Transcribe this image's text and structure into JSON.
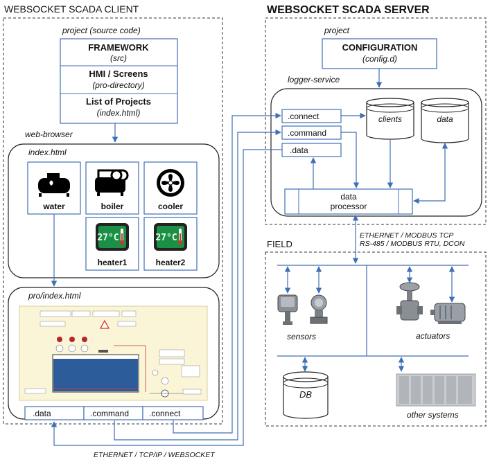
{
  "client": {
    "title": "WEBSOCKET SCADA CLIENT",
    "project_label": "project (source code)",
    "framework": {
      "name": "FRAMEWORK",
      "sub": "(src)"
    },
    "hmi": {
      "name": "HMI / Screens",
      "sub": "(pro-directory)"
    },
    "projects": {
      "name": "List of Projects",
      "sub": "(index.html)"
    },
    "browser_label": "web-browser",
    "index_label": "index.html",
    "tiles": [
      {
        "label": "water",
        "icon": "water-tank-icon"
      },
      {
        "label": "boiler",
        "icon": "boiler-icon"
      },
      {
        "label": "cooler",
        "icon": "fan-icon"
      },
      {
        "label": "heater1",
        "icon": "thermometer-display-icon",
        "display": "27°C"
      },
      {
        "label": "heater2",
        "icon": "thermometer-display-icon",
        "display": "27°C"
      }
    ],
    "pro_label": "pro/index.html",
    "channels": [
      ".data",
      ".command",
      ".connect"
    ]
  },
  "server": {
    "title": "WEBSOCKET SCADA SERVER",
    "project_label": "project",
    "config": {
      "name": "CONFIGURATION",
      "sub": "(config.d)"
    },
    "logger_label": "logger-service",
    "endpoints": [
      ".connect",
      ".command",
      ".data"
    ],
    "stores": [
      "clients",
      "data"
    ],
    "processor": [
      "data",
      "processor"
    ]
  },
  "link_top": [
    "ETHERNET / MODBUS TCP",
    "RS-485 / MODBUS RTU, DCON"
  ],
  "field": {
    "title": "FIELD",
    "sensors": "sensors",
    "actuators": "actuators",
    "db": "DB",
    "other": "other systems"
  },
  "link_bottom": "ETHERNET / TCP/IP / WEBSOCKET",
  "colors": {
    "arrow": "#3f6fb5",
    "frame": "#333333",
    "lcd": "#1a8f45",
    "tank": "#2c5c9a",
    "hmi_bg": "#fbf5d8"
  }
}
